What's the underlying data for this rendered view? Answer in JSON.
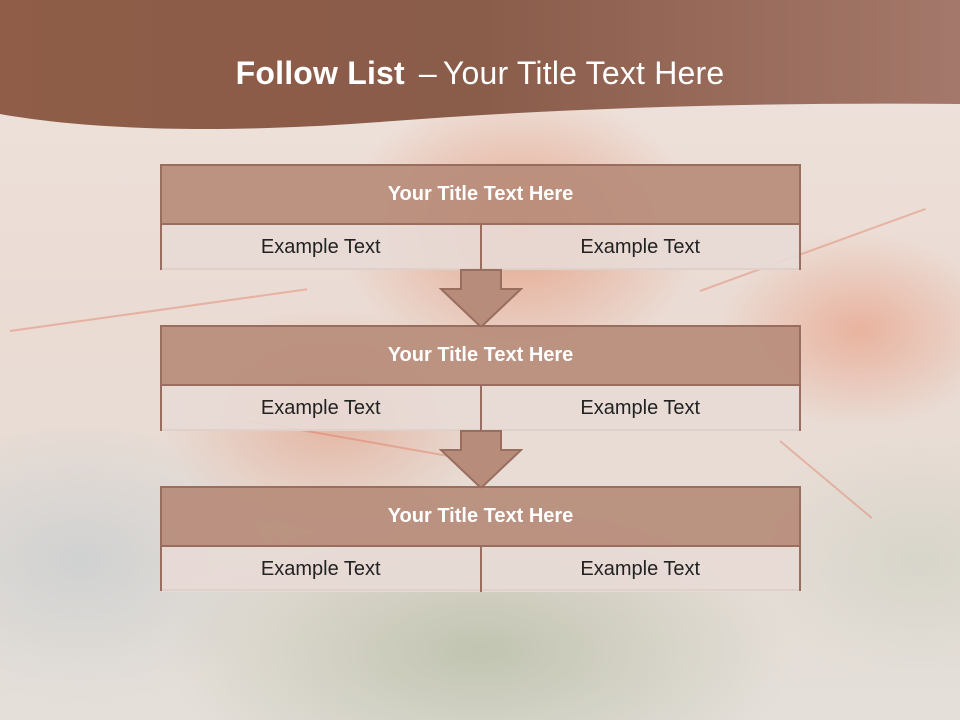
{
  "slide": {
    "title_bold": "Follow List",
    "title_dash": "–",
    "title_rest": "Your Title Text Here"
  },
  "colors": {
    "header_band": "#8e5e4a",
    "block_header": "#b78c7a",
    "block_cell": "#e8dad6",
    "border": "#9a6e5e"
  },
  "steps": [
    {
      "title": "Your Title Text Here",
      "left": "Example Text",
      "right": "Example Text"
    },
    {
      "title": "Your Title Text Here",
      "left": "Example Text",
      "right": "Example Text"
    },
    {
      "title": "Your Title Text Here",
      "left": "Example Text",
      "right": "Example Text"
    }
  ]
}
